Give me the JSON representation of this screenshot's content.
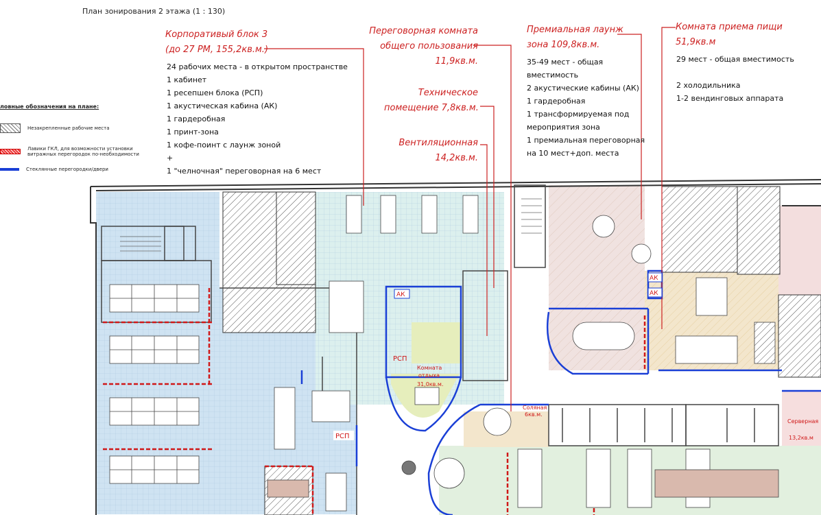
{
  "title": "План зонирования 2 этажа  (1 : 130)",
  "legend": {
    "heading": "ловные обозначения на плане:",
    "items": [
      {
        "label": "Незакрепленные рабочие места",
        "kind": "hatch"
      },
      {
        "label": "Лавики ГКЛ, для возможности установки витражных перегородок по-необходимости",
        "kind": "red"
      },
      {
        "label": "Стеклянные перегородки/двери",
        "kind": "blue"
      }
    ]
  },
  "zones": {
    "corporate": {
      "name_line1": "Корпоративый блок 3",
      "name_line2": "(до 27 РМ, 155,2кв.м.)",
      "lines": [
        "24 рабочих места - в открытом пространстве",
        "1 кабинет",
        "1 ресепшен блока (РСП)",
        "1 акустическая кабина (АК)",
        "1 гардеробная",
        "1 принт-зона",
        "1 кофе-поинт с лаунж зоной",
        "+",
        "1 \"челночная\" переговорная на 6 мест"
      ]
    },
    "meeting": {
      "line1": "Переговорная комната",
      "line2": "общего пользования",
      "line3": "11,9кв.м."
    },
    "technical": {
      "line1": "Техническое",
      "line2": "помещение 7,8кв.м."
    },
    "ventilation": {
      "line1": "Вентиляционная",
      "line2": "14,2кв.м."
    },
    "lounge": {
      "line1": "Премиальная лаунж",
      "line2": "зона 109,8кв.м.",
      "lines": [
        "35-49 мест - общая",
        "вместимость",
        "2 акустические кабины (АК)",
        "1 гардеробная",
        "1 трансформируемая под",
        "мероприятия зона",
        "1 премиальная переговорная",
        "на 10 мест+доп. места"
      ]
    },
    "dining": {
      "line1": "Комната приема пищи",
      "line2": "51,9кв.м",
      "lines": [
        "29 мест - общая вместимость",
        "",
        "2 холодильника",
        "1-2 вендинговых аппарата"
      ]
    }
  },
  "plan_labels": {
    "ak": "АК",
    "rsp": "РСП",
    "rest_line1": "Комната",
    "rest_line2": "отдыха",
    "rest_line3": "31,0кв.м.",
    "salt_line1": "Соляная",
    "salt_line2": "6кв.м.",
    "server_line1": "Серверная",
    "server_line2": "13,2кв.м"
  },
  "colors": {
    "annotation_red": "#cc2020",
    "glass_blue": "#1a3fd6",
    "zone_blue": "#cfe3f2",
    "zone_cyan": "#dcf0ee",
    "zone_pink": "#f0e2e0",
    "zone_sand": "#f3e6cc",
    "zone_green": "#e2f0df",
    "zone_yellow": "#e6eebc"
  }
}
